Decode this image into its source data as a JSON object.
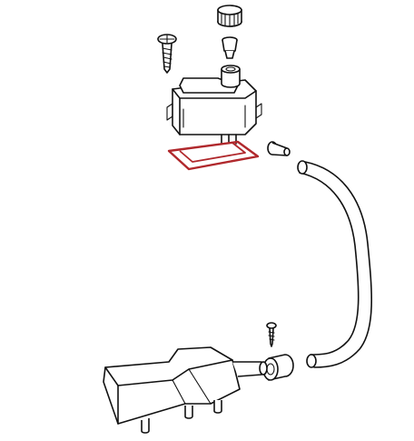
{
  "diagram": {
    "highlight_color": "#b0282c",
    "line_color": "#111111",
    "background": "#ffffff",
    "parts": [
      {
        "name": "filler-cap",
        "icon": "knurled-cap-icon"
      },
      {
        "name": "cap-insert",
        "icon": "valve-insert-icon"
      },
      {
        "name": "mounting-screw",
        "icon": "screw-icon"
      },
      {
        "name": "expansion-tank",
        "icon": "reservoir-icon"
      },
      {
        "name": "tank-gasket",
        "icon": "gasket-icon",
        "highlighted": true
      },
      {
        "name": "tank-outlet-fitting",
        "icon": "fitting-icon"
      },
      {
        "name": "coolant-hose",
        "icon": "hose-icon"
      },
      {
        "name": "small-screw",
        "icon": "screw-icon"
      },
      {
        "name": "hose-clamp",
        "icon": "clamp-icon"
      },
      {
        "name": "lower-reservoir",
        "icon": "reservoir-icon"
      }
    ]
  }
}
